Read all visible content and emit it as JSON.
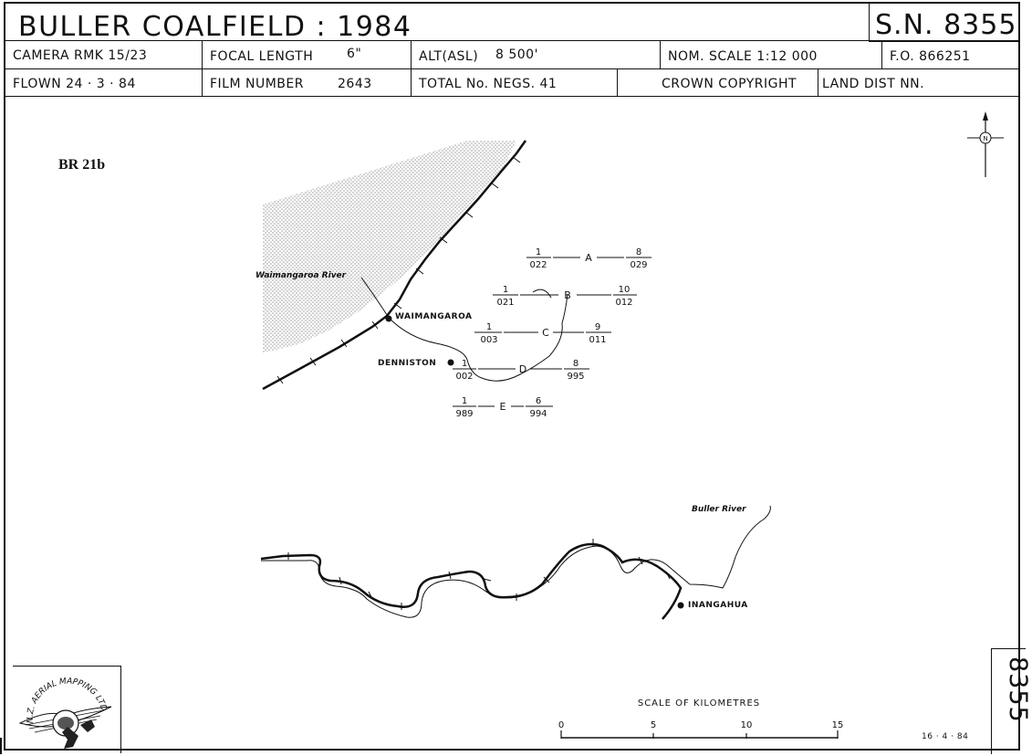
{
  "header": {
    "title": "BULLER COALFIELD : 1984",
    "sortie": "S.N. 8355",
    "camera": "CAMERA RMK 15/23",
    "focal_label": "FOCAL LENGTH",
    "focal_value": "6\"",
    "alt_label": "ALT(ASL)",
    "alt_value": "8 500'",
    "nom_scale": "NOM. SCALE  1:12 000",
    "fo": "F.O. 866251",
    "flown": "FLOWN  24 · 3 · 84",
    "film_label": "FILM NUMBER",
    "film_value": "2643",
    "negs": "TOTAL No. NEGS. 41",
    "crown": "CROWN   COPYRIGHT",
    "land_dist": "LAND DIST    NN."
  },
  "map_ref": "BR 21b",
  "north_symbol": "N",
  "places": {
    "waimangaroa": "WAIMANGAROA",
    "denniston": "DENNISTON",
    "inangahua": "INANGAHUA"
  },
  "rivers": {
    "waimangaroa": "Waimangaroa River",
    "buller": "Buller River"
  },
  "flight_lines": [
    {
      "letter": "A",
      "start_no": "1",
      "start_frame": "022",
      "end_no": "8",
      "end_frame": "029"
    },
    {
      "letter": "B",
      "start_no": "1",
      "start_frame": "021",
      "end_no": "10",
      "end_frame": "012"
    },
    {
      "letter": "C",
      "start_no": "1",
      "start_frame": "003",
      "end_no": "9",
      "end_frame": "011"
    },
    {
      "letter": "D",
      "start_no": "1",
      "start_frame": "002",
      "end_no": "8",
      "end_frame": "995"
    },
    {
      "letter": "E",
      "start_no": "1",
      "start_frame": "989",
      "end_no": "6",
      "end_frame": "994"
    }
  ],
  "scale_bar": {
    "title": "SCALE   OF   KILOMETRES",
    "ticks": [
      "0",
      "5",
      "10",
      "15"
    ]
  },
  "date": "16 · 4 · 84",
  "sheet_number": "8355",
  "logo": {
    "text": "N.Z. AERIAL MAPPING LTD",
    "icon": "nz-aerial-mapping-logo-icon"
  },
  "colors": {
    "ink": "#111111",
    "sea_stipple": "#999999",
    "background": "#ffffff"
  }
}
